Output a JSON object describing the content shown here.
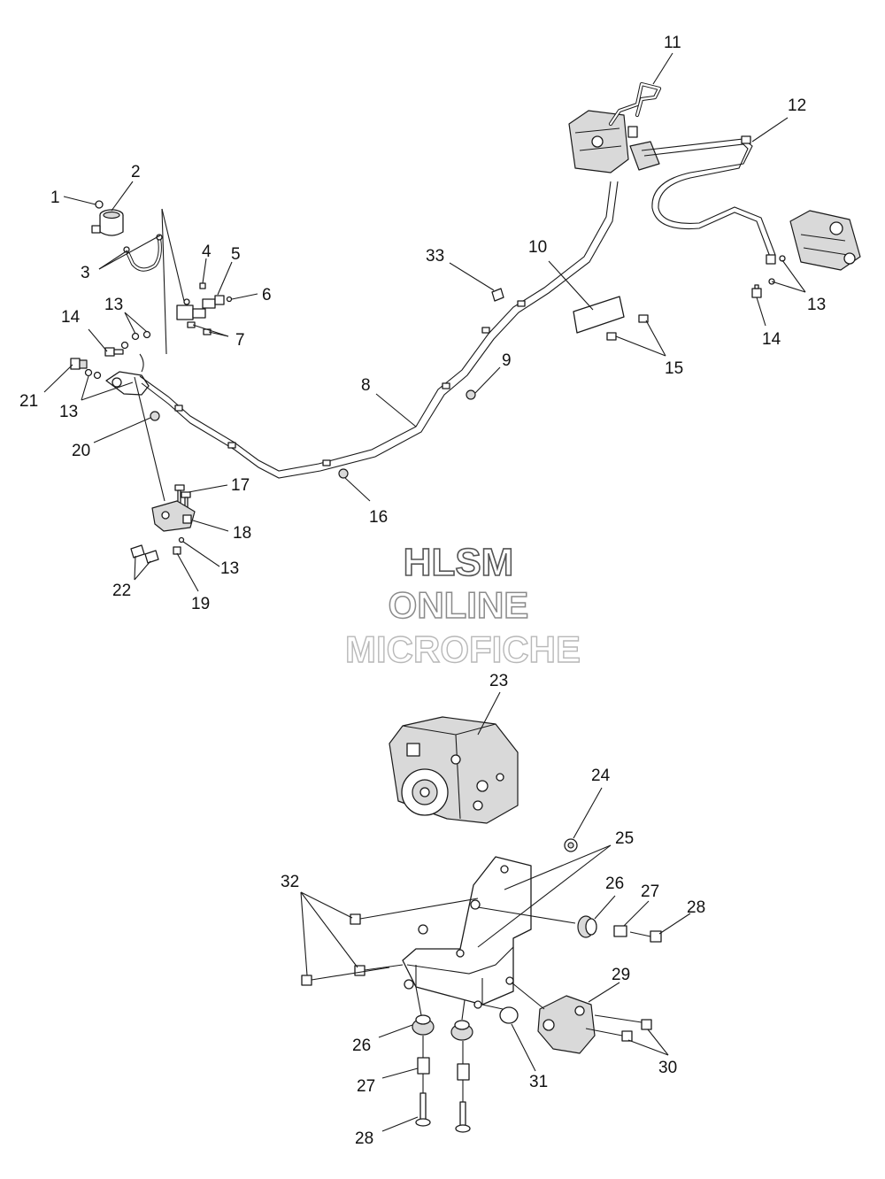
{
  "watermark": {
    "line1": "HLSM",
    "line2": "ONLINE",
    "line3": "MICROFICHE",
    "colors": {
      "line1": "#555555",
      "line2": "#8a8a8a",
      "line3": "#b8b8b8"
    }
  },
  "callouts": {
    "c1": "1",
    "c2": "2",
    "c3": "3",
    "c4": "4",
    "c5": "5",
    "c6": "6",
    "c7": "7",
    "c8": "8",
    "c9": "9",
    "c10": "10",
    "c11": "11",
    "c12": "12",
    "c13a": "13",
    "c13b": "13",
    "c13c": "13",
    "c13d": "13",
    "c14a": "14",
    "c14b": "14",
    "c15": "15",
    "c16": "16",
    "c17": "17",
    "c18": "18",
    "c19": "19",
    "c20": "20",
    "c21": "21",
    "c22": "22",
    "c23": "23",
    "c24": "24",
    "c25": "25",
    "c26a": "26",
    "c26b": "26",
    "c27a": "27",
    "c27b": "27",
    "c28a": "28",
    "c28b": "28",
    "c29": "29",
    "c30": "30",
    "c31": "31",
    "c32": "32",
    "c33": "33"
  }
}
